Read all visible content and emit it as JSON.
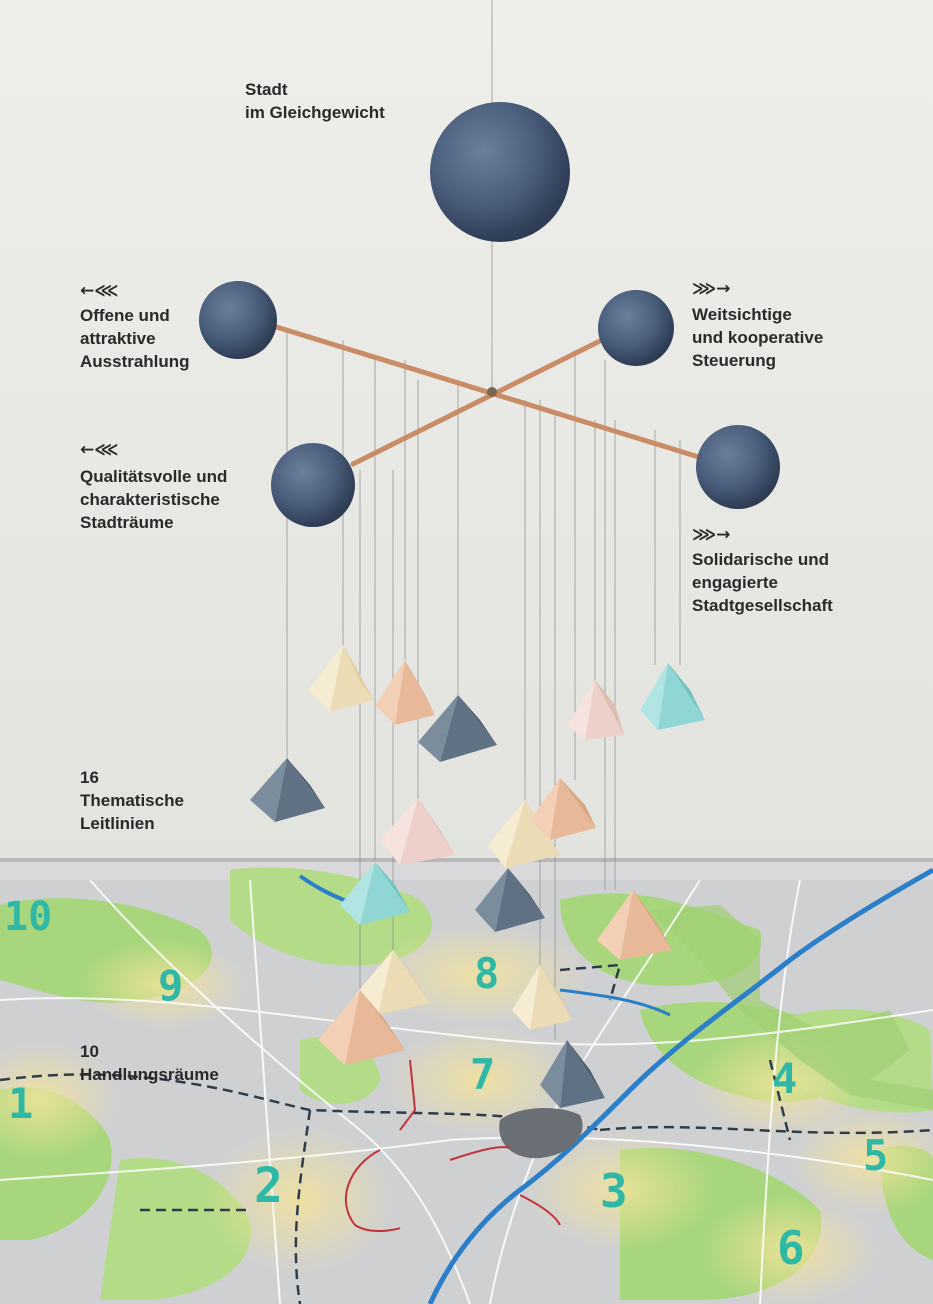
{
  "labels": {
    "main": [
      "Stadt",
      "im Gleichgewicht"
    ],
    "top_left": [
      "Offene und",
      "attraktive",
      "Ausstrahlung"
    ],
    "top_right": [
      "Weitsichtige",
      "und kooperative",
      "Steuerung"
    ],
    "bottom_left": [
      "Qualitätsvolle und",
      "charakteristische",
      "Stadträume"
    ],
    "bottom_right": [
      "Solidarische und",
      "engagierte",
      "Stadtgesellschaft"
    ],
    "guidelines": [
      "16",
      "Thematische",
      "Leitlinien"
    ],
    "action_areas": [
      "10",
      "Handlungsräume"
    ]
  },
  "arrows": {
    "left": "←⋘",
    "right": "⋙→"
  },
  "map_numbers": [
    "10",
    "9",
    "8",
    "1",
    "7",
    "4",
    "5",
    "2",
    "3",
    "6"
  ],
  "colors": {
    "wall": "#e9eae6",
    "sphere": "#4a5d7b",
    "rod": "#c98c66",
    "map_base": "#c9c9cb",
    "map_green": "#a8d67c",
    "map_yellow": "#f3e39a",
    "river": "#2b7fc9",
    "map_number": "#2fb8a6",
    "pyramid_cream": "#f2e5c4",
    "pyramid_peach": "#edc2a5",
    "pyramid_pink": "#f1d6d1",
    "pyramid_slate": "#5f7182",
    "pyramid_aqua": "#8fd6d4"
  }
}
